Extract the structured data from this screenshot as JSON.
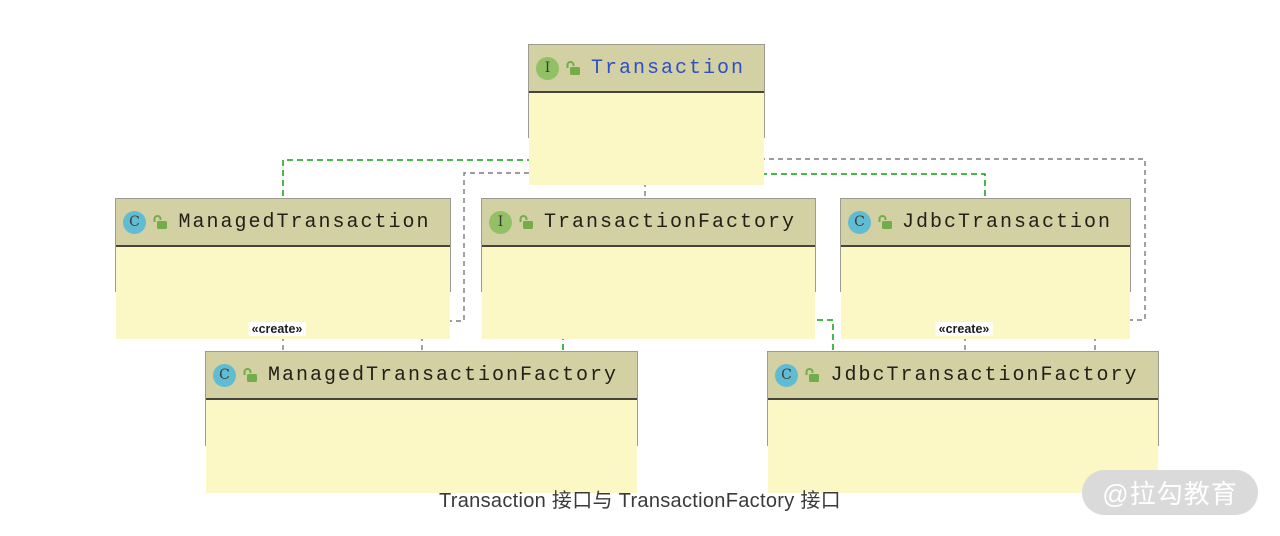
{
  "diagram": {
    "caption": "Transaction 接口与 TransactionFactory 接口",
    "watermark": "@拉勾教育",
    "create_label": "«create»",
    "classes": [
      {
        "name": "Transaction",
        "kind": "interface",
        "badge": "I"
      },
      {
        "name": "ManagedTransaction",
        "kind": "class",
        "badge": "C"
      },
      {
        "name": "TransactionFactory",
        "kind": "interface",
        "badge": "I"
      },
      {
        "name": "JdbcTransaction",
        "kind": "class",
        "badge": "C"
      },
      {
        "name": "ManagedTransactionFactory",
        "kind": "class",
        "badge": "C"
      },
      {
        "name": "JdbcTransactionFactory",
        "kind": "class",
        "badge": "C"
      }
    ],
    "relationships": [
      {
        "from": "ManagedTransaction",
        "to": "Transaction",
        "type": "implements"
      },
      {
        "from": "JdbcTransaction",
        "to": "Transaction",
        "type": "implements"
      },
      {
        "from": "ManagedTransactionFactory",
        "to": "TransactionFactory",
        "type": "implements"
      },
      {
        "from": "JdbcTransactionFactory",
        "to": "TransactionFactory",
        "type": "implements"
      },
      {
        "from": "TransactionFactory",
        "to": "Transaction",
        "type": "dependency"
      },
      {
        "from": "ManagedTransactionFactory",
        "to": "Transaction",
        "type": "dependency"
      },
      {
        "from": "JdbcTransactionFactory",
        "to": "Transaction",
        "type": "dependency"
      },
      {
        "from": "ManagedTransactionFactory",
        "to": "ManagedTransaction",
        "type": "create"
      },
      {
        "from": "JdbcTransactionFactory",
        "to": "JdbcTransaction",
        "type": "create"
      }
    ],
    "colors": {
      "header_fill": "#d3d0a4",
      "body_fill": "#fbf8c6",
      "selected_title": "#2d4fc5",
      "implements_edge": "#0da10d",
      "dependency_edge": "#7b7b7b",
      "interface_badge": "#92c065",
      "class_badge": "#5fbcd3",
      "lock_green": "#72ad4a"
    }
  }
}
